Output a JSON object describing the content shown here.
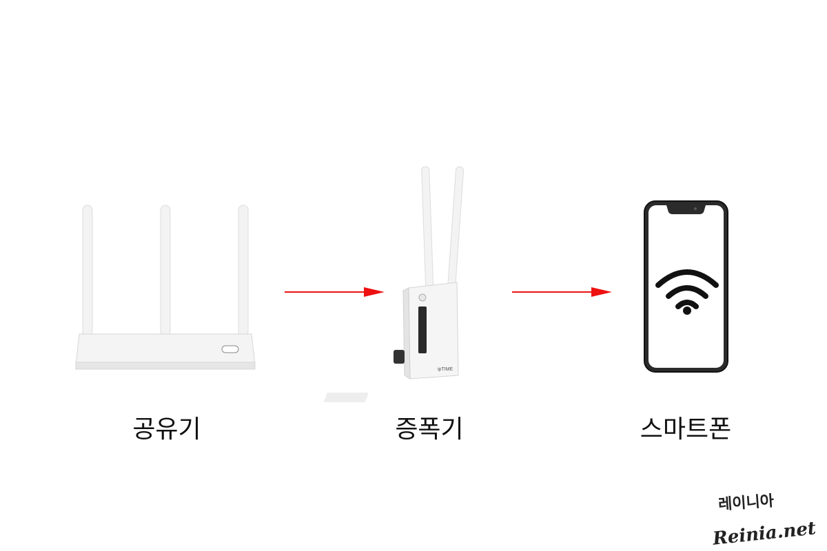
{
  "nodes": [
    {
      "id": "router",
      "label": "공유기",
      "icon": "router-icon"
    },
    {
      "id": "extender",
      "label": "증폭기",
      "icon": "wifi-extender-icon"
    },
    {
      "id": "smartphone",
      "label": "스마트폰",
      "icon": "smartphone-wifi-icon"
    }
  ],
  "extender_brand": "ipTIME",
  "watermark": {
    "line1": "레이니아",
    "line2": "Reinia.net"
  },
  "colors": {
    "arrow": "#ee1111",
    "device_body": "#f2f2f2",
    "phone_frame": "#222222",
    "wifi": "#111111"
  }
}
